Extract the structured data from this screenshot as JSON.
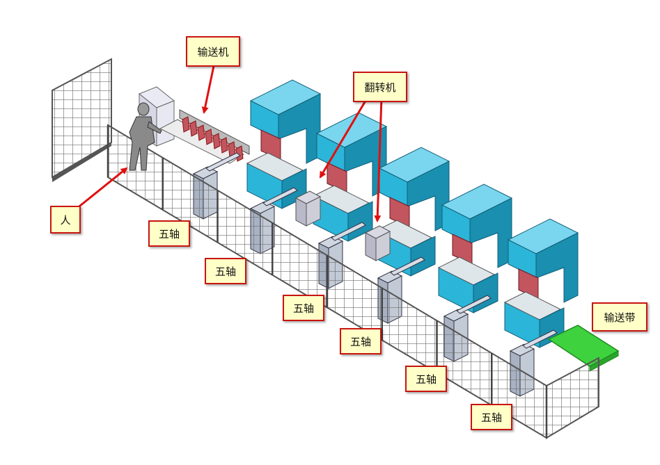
{
  "labels": {
    "conveyor_machine": "输送机",
    "flipper": "翻转机",
    "person": "人",
    "five_axis": [
      "五轴",
      "五轴",
      "五轴",
      "五轴",
      "五轴",
      "五轴"
    ],
    "conveyor_belt": "输送带"
  },
  "colors": {
    "press_body": "#2bb5d8",
    "press_dark": "#1a8fb0",
    "die": "#c2555e",
    "fence": "#7a7a7a",
    "callout_border": "#c8140f",
    "callout_fill": "#ffffc8",
    "belt": "#3fd23f",
    "arrow": "#e01010"
  },
  "press_count": 5
}
